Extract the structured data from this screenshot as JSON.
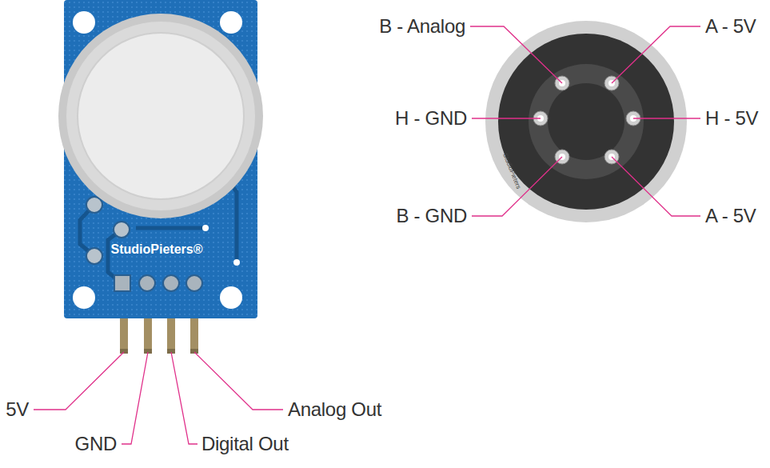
{
  "diagram": {
    "labels": [
      "B - Analog",
      "A - 5V",
      "H - GND",
      "H - 5V",
      "B - GND",
      "A - 5V",
      "5V",
      "GND",
      "Digital Out",
      "Analog Out",
      "StudioPieters®",
      "StudioPieters"
    ]
  }
}
